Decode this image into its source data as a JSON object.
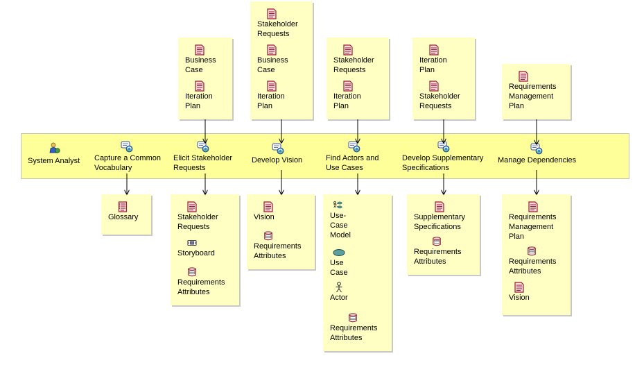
{
  "role": {
    "label": "System Analyst",
    "icon": "worker-icon"
  },
  "activities": [
    {
      "id": "capture",
      "label": "Capture a Common\nVocabulary"
    },
    {
      "id": "elicit",
      "label": "Elicit Stakeholder\nRequests"
    },
    {
      "id": "vision",
      "label": "Develop Vision"
    },
    {
      "id": "actors",
      "label": "Find Actors and\nUse Cases"
    },
    {
      "id": "supp",
      "label": "Develop Supplementary\nSpecifications"
    },
    {
      "id": "deps",
      "label": "Manage Dependencies"
    }
  ],
  "inputs": {
    "elicit": [
      {
        "label": "Business\nCase",
        "icon": "document-icon"
      },
      {
        "label": "Iteration\nPlan",
        "icon": "document-icon"
      }
    ],
    "vision": [
      {
        "label": "Stakeholder\nRequests",
        "icon": "document-icon"
      },
      {
        "label": "Business\nCase",
        "icon": "document-icon"
      },
      {
        "label": "Iteration\nPlan",
        "icon": "document-icon"
      }
    ],
    "actors": [
      {
        "label": "Stakeholder\nRequests",
        "icon": "document-icon"
      },
      {
        "label": "Iteration\nPlan",
        "icon": "document-icon"
      }
    ],
    "supp": [
      {
        "label": "Iteration\nPlan",
        "icon": "document-icon"
      },
      {
        "label": "Stakeholder\nRequests",
        "icon": "document-icon"
      }
    ],
    "deps": [
      {
        "label": "Requirements\nManagement\nPlan",
        "icon": "document-icon"
      }
    ]
  },
  "outputs": {
    "capture": [
      {
        "label": "Glossary",
        "icon": "glossary-icon"
      }
    ],
    "elicit": [
      {
        "label": "Stakeholder\nRequests",
        "icon": "document-icon"
      },
      {
        "label": "Storyboard",
        "icon": "storyboard-icon"
      },
      {
        "label": "Requirements\nAttributes",
        "icon": "database-icon"
      }
    ],
    "vision": [
      {
        "label": "Vision",
        "icon": "document-icon"
      },
      {
        "label": "Requirements\nAttributes",
        "icon": "database-icon"
      }
    ],
    "actors": [
      {
        "label": "Use-\nCase\nModel",
        "icon": "use-case-model-icon"
      },
      {
        "label": "Use\nCase",
        "icon": "use-case-icon"
      },
      {
        "label": "Actor",
        "icon": "actor-icon"
      },
      {
        "label": "Requirements\nAttributes",
        "icon": "database-icon"
      }
    ],
    "supp": [
      {
        "label": "Supplementary\nSpecifications",
        "icon": "document-icon"
      },
      {
        "label": "Requirements\nAttributes",
        "icon": "database-icon"
      }
    ],
    "deps": [
      {
        "label": "Requirements\nManagement\nPlan",
        "icon": "document-icon"
      },
      {
        "label": "Requirements\nAttributes",
        "icon": "database-icon"
      },
      {
        "label": "Vision",
        "icon": "document-icon"
      }
    ]
  },
  "colors": {
    "lane": "#ffff99",
    "artifact_box": "#ffffc4",
    "icon_red": "#9b1b30",
    "connector": "#000000"
  }
}
